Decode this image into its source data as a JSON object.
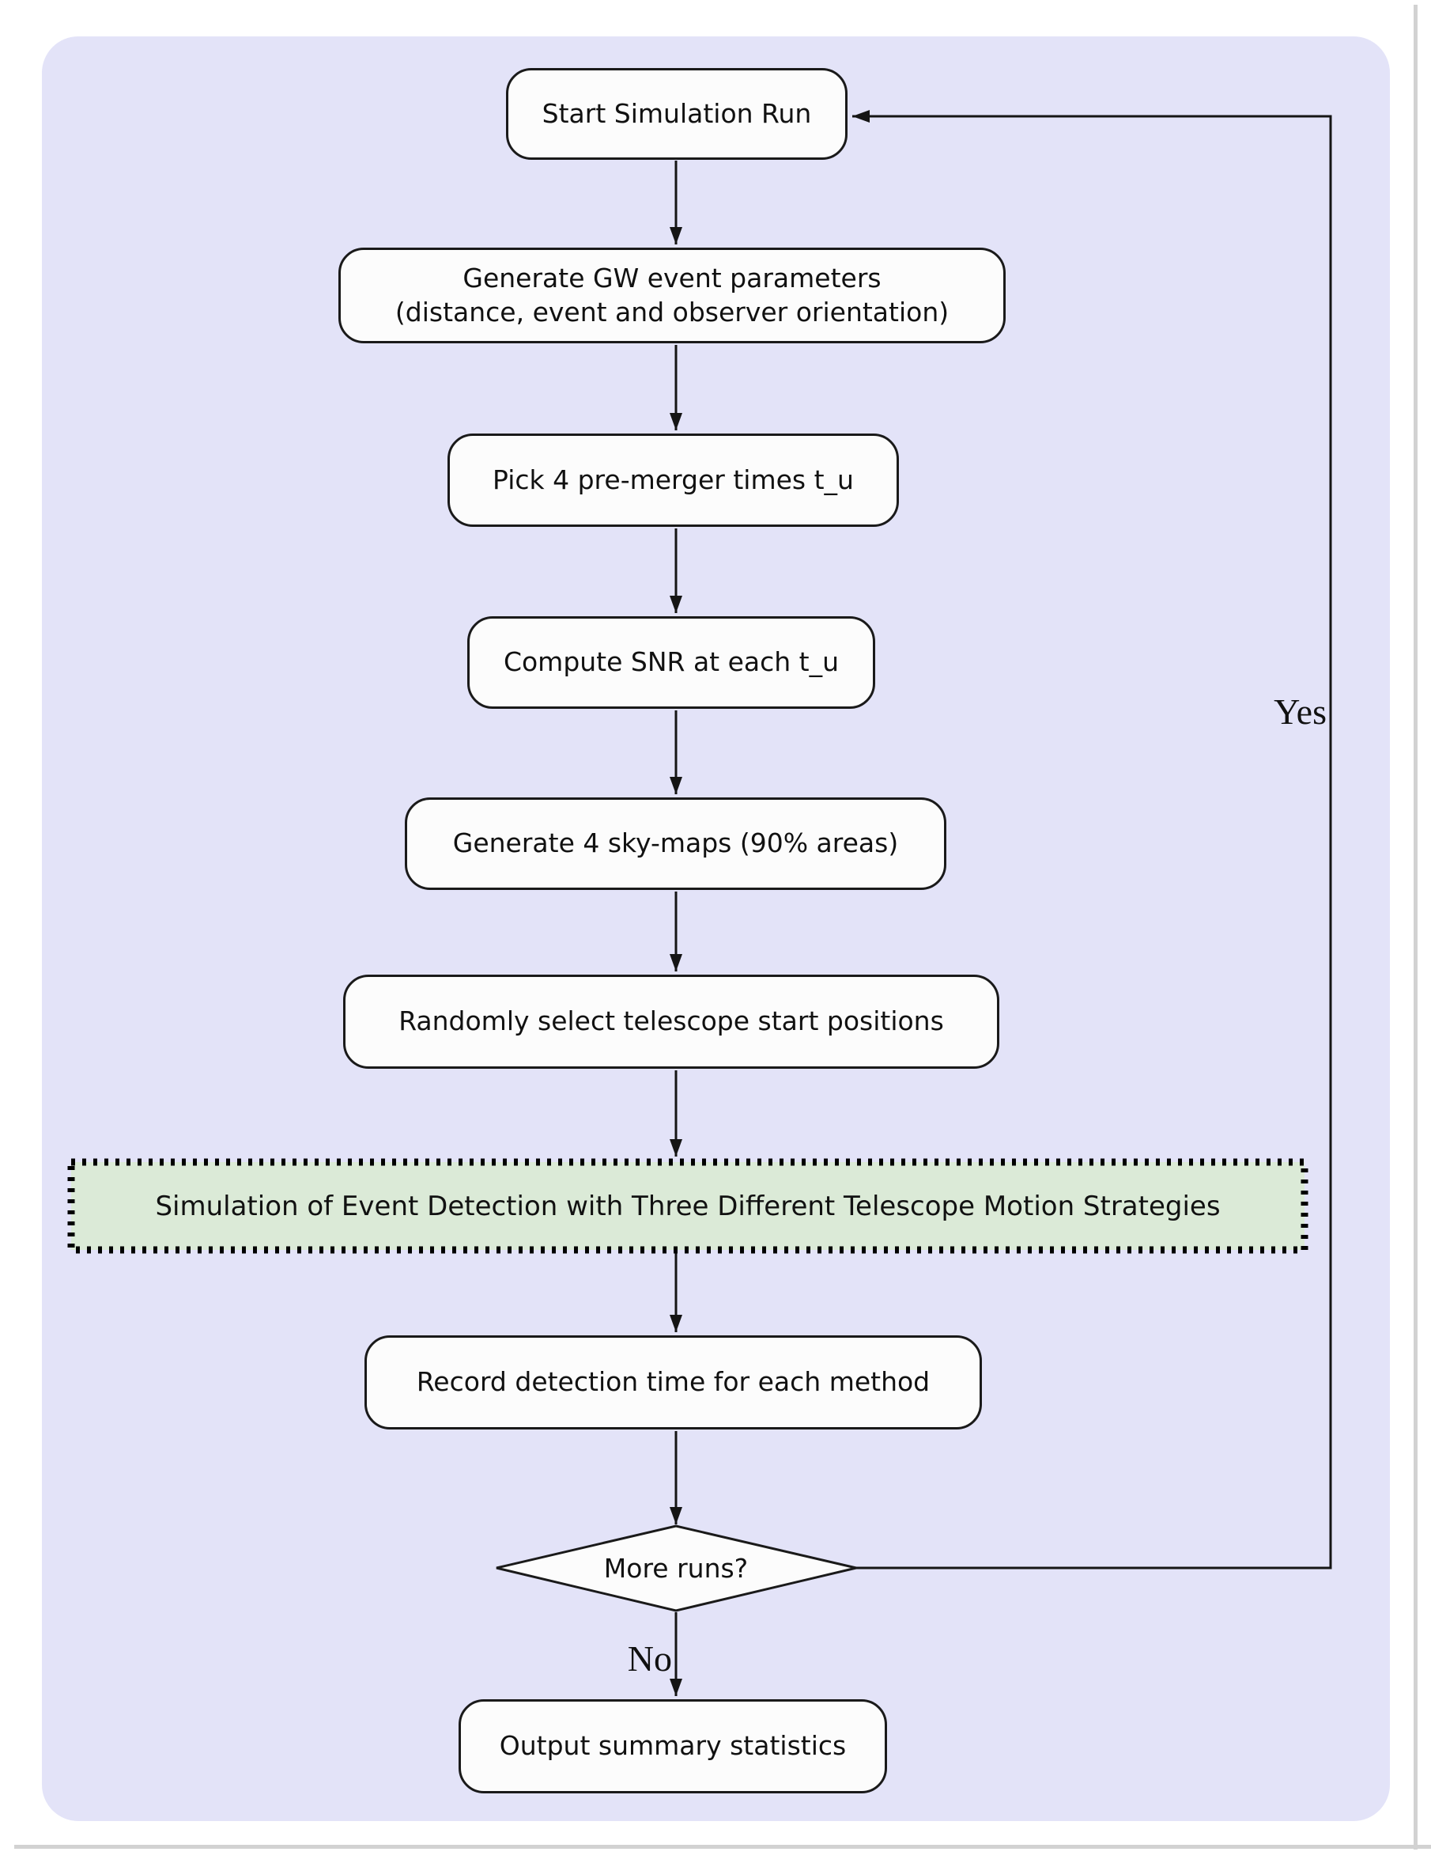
{
  "flowchart": {
    "nodes": {
      "start": "Start Simulation Run",
      "generate_line1": "Generate GW event parameters",
      "generate_line2": "(distance, event and observer orientation)",
      "pick": "Pick 4 pre-merger times t_u",
      "snr": "Compute SNR at each t_u",
      "skymaps": "Generate 4 sky-maps (90% areas)",
      "random": "Randomly select telescope start positions",
      "strategies": "Simulation of Event Detection with Three Different Telescope Motion Strategies",
      "record": "Record detection time for each method",
      "decision": "More runs?",
      "output": "Output summary statistics"
    },
    "edge_labels": {
      "yes": "Yes",
      "no": "No"
    },
    "colors": {
      "page_background": "#ffffff",
      "canvas_background": "#e3e3f8",
      "node_fill": "#fcfcfc",
      "node_border": "#1a1a1a",
      "strategies_fill": "#dbead7",
      "strategies_border": "#000000",
      "edge_stroke": "#151515",
      "frame_line": "#d2d2d2"
    }
  }
}
